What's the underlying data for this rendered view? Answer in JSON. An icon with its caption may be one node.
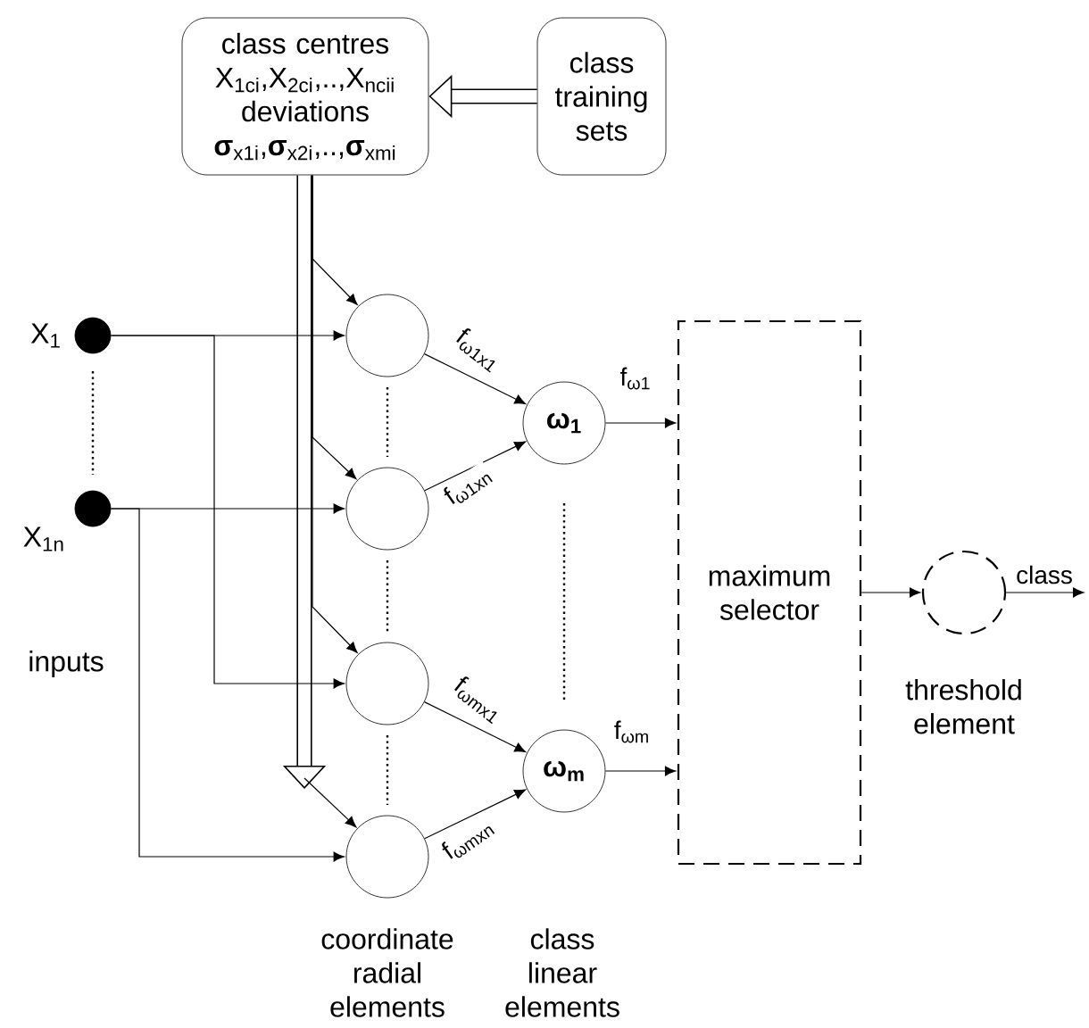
{
  "diagram": {
    "nodes": [
      {
        "text": [
          "class centres X$_{1ci}$,X$_{2ci}$,..,X$_{ncii}$",
          "deviations **σ**$_{x1i}$,**σ**$_{x2i}$,..,**σ**$_{xmi}$"
        ]
      },
      {
        "text": [
          "class training sets"
        ]
      },
      {
        "text": [],
        "shape": "dot",
        "beside": [
          "X$_{1}$"
        ]
      },
      {
        "text": [],
        "shape": "dot",
        "beside": [
          "X$_{1n}$"
        ]
      },
      {
        "text": [],
        "shape": "circle"
      },
      {
        "text": [],
        "shape": "circle"
      },
      {
        "text": [],
        "shape": "circle"
      },
      {
        "text": [],
        "shape": "circle"
      },
      {
        "text": [
          "ω$_{1}$"
        ]
      },
      {
        "text": [
          "ω$_{m}$"
        ]
      },
      {
        "text": [
          "maximum selector"
        ]
      },
      {
        "text": [],
        "shape": "circle",
        "beside": [
          "threshold element"
        ]
      }
    ],
    "edges": [
      {
        "from": 1,
        "to": 0,
        "arrow": "to",
        "style": "thick"
      },
      {
        "from": 0,
        "to": 4,
        "arrow": "to"
      },
      {
        "from": 0,
        "to": 5,
        "arrow": "to"
      },
      {
        "from": 0,
        "to": 6,
        "arrow": "to"
      },
      {
        "from": 0,
        "to": 7,
        "arrow": "to",
        "style": "thick"
      },
      {
        "from": 2,
        "to": 4,
        "arrow": "to"
      },
      {
        "from": 2,
        "to": 6,
        "arrow": "to"
      },
      {
        "from": 3,
        "to": 5,
        "arrow": "to"
      },
      {
        "from": 3,
        "to": 7,
        "arrow": "to"
      },
      {
        "from": 4,
        "to": 8,
        "arrow": "to",
        "label": "f$_{ω1x1}$"
      },
      {
        "from": 5,
        "to": 8,
        "arrow": "to",
        "label": "f$_{ω1xn}$"
      },
      {
        "from": 6,
        "to": 9,
        "arrow": "to",
        "label": "f$_{ωmx1}$"
      },
      {
        "from": 7,
        "to": 9,
        "arrow": "to",
        "label": "f$_{ωmxn}$"
      },
      {
        "from": 8,
        "to": 10,
        "arrow": "to",
        "label": "f$_{ω1}$"
      },
      {
        "from": 9,
        "to": 10,
        "arrow": "to",
        "label": "f$_{ωm}$"
      },
      {
        "from": 10,
        "to": 11,
        "arrow": "to"
      },
      {
        "from": 11,
        "to": null,
        "arrow": "to",
        "label": "class"
      }
    ],
    "labels": [
      "inputs",
      "coordinate radial elements",
      "class linear elements"
    ]
  }
}
